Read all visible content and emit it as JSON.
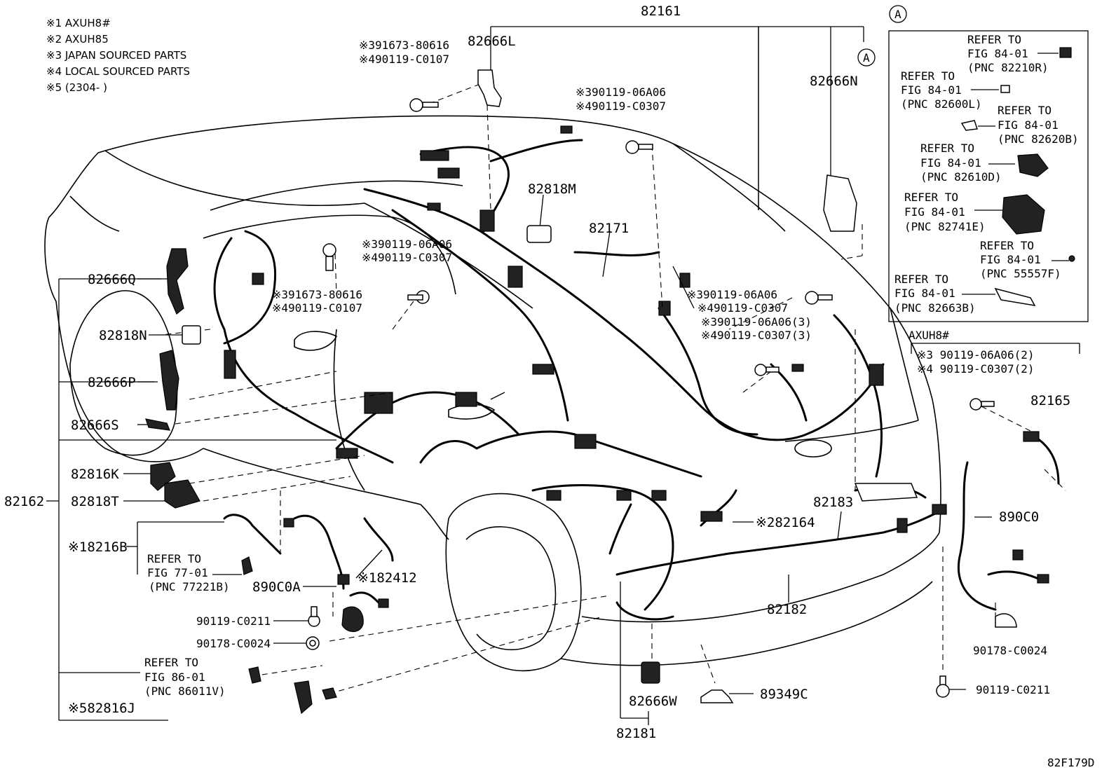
{
  "notes": [
    "※1 AXUH8#",
    "※2 AXUH85",
    "※3 JAPAN SOURCED PARTS",
    "※4 LOCAL SOURCED PARTS",
    "※5 (2304-      )"
  ],
  "labels": {
    "p82161": "82161",
    "p82666L": "82666L",
    "p82666N": "82666N",
    "circleA1": "A",
    "circleA2": "A",
    "b3_91673_80616_top": "※391673-80616",
    "b4_90119_C0107_top": "※490119-C0107",
    "b3_90119_06A06_top": "※390119-06A06",
    "b4_90119_C0307_top": "※490119-C0307",
    "p82818M": "82818M",
    "p82171": "82171",
    "b3_90119_06A06_mid": "※390119-06A06",
    "b4_90119_C0307_mid": "※490119-C0307",
    "p82666Q": "82666Q",
    "b3_91673_80616_mid": "※391673-80616",
    "b4_90119_C0107_mid": "※490119-C0107",
    "b3_90119_06A06_r1": "※390119-06A06",
    "b4_90119_C0307_r1": "※490119-C0307",
    "b3_90119_06A06_r2": "※390119-06A06(3)",
    "b4_90119_C0307_r2": "※490119-C0307(3)",
    "p82818N": "82818N",
    "p82666P": "82666P",
    "p82666S": "82666S",
    "p82816K": "82816K",
    "p82162": "82162",
    "p82818T": "82818T",
    "p8216B": "※18216B",
    "refer77_1": "REFER TO",
    "refer77_2": "FIG 77-01",
    "refer77_3": "(PNC 77221B)",
    "p890C0A": "890C0A",
    "p182412": "※182412",
    "p90119_C0211_l": "90119-C0211",
    "p90178_C0024_l": "90178-C0024",
    "refer86_1": "REFER TO",
    "refer86_2": "FIG 86-01",
    "refer86_3": "(PNC 86011V)",
    "p82816J": "※582816J",
    "p82164": "※282164",
    "p82183": "82183",
    "p82182": "82182",
    "p82666W": "82666W",
    "p89349C": "89349C",
    "p82181": "82181",
    "axuh8": "AXUH8#",
    "b3_90119_06A06_ax": "※3 90119-06A06(2)",
    "b4_90119_C0307_ax": "※4 90119-C0307(2)",
    "p82165": "82165",
    "p890C0": "890C0",
    "p90178_C0024_r": "90178-C0024",
    "p90119_C0211_r": "90119-C0211",
    "code": "82F179D"
  },
  "inset": {
    "title": "A",
    "refs": [
      {
        "l1": "REFER TO",
        "l2": "FIG 84-01",
        "l3": "(PNC 82210R)"
      },
      {
        "l1": "REFER TO",
        "l2": "FIG 84-01",
        "l3": "(PNC 82600L)"
      },
      {
        "l1": "REFER TO",
        "l2": "FIG 84-01",
        "l3": "(PNC 82620B)"
      },
      {
        "l1": "REFER TO",
        "l2": "FIG 84-01",
        "l3": "(PNC 82610D)"
      },
      {
        "l1": "REFER TO",
        "l2": "FIG 84-01",
        "l3": "(PNC 82741E)"
      },
      {
        "l1": "REFER TO",
        "l2": "FIG 84-01",
        "l3": "(PNC 55557F)"
      },
      {
        "l1": "REFER TO",
        "l2": "FIG 84-01",
        "l3": "(PNC 82663B)"
      }
    ]
  }
}
